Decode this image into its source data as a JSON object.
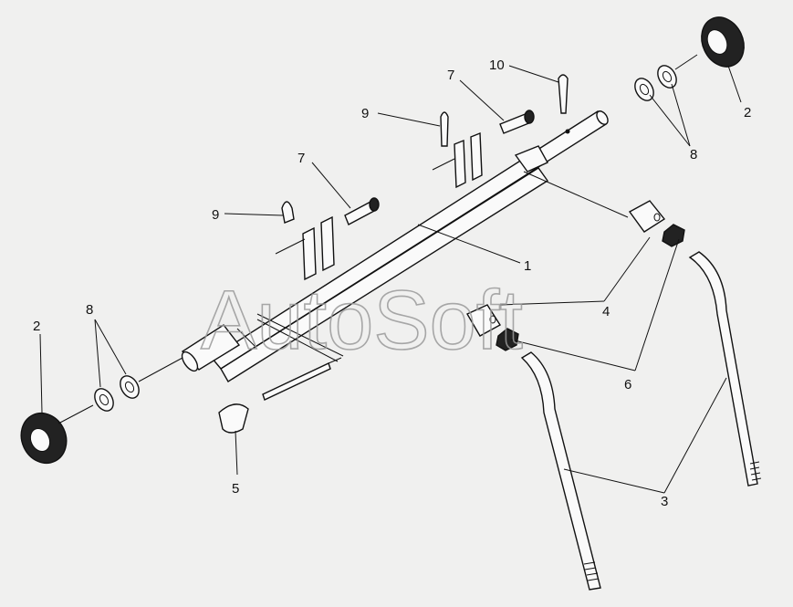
{
  "watermark": "AutoSoft",
  "callouts": {
    "c1": "1",
    "c2a": "2",
    "c2b": "2",
    "c3": "3",
    "c4": "4",
    "c5": "5",
    "c6": "6",
    "c7a": "7",
    "c7b": "7",
    "c8a": "8",
    "c8b": "8",
    "c9a": "9",
    "c9b": "9",
    "c10": "10"
  }
}
